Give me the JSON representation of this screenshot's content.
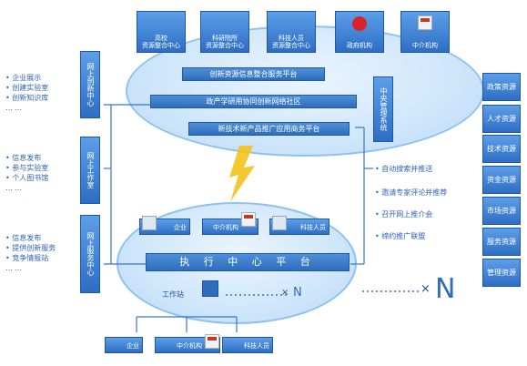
{
  "top_icons": [
    {
      "label": "高校\n资源整合中心",
      "icon": "building-icon"
    },
    {
      "label": "科研院所\n资源整合中心",
      "icon": "lab-icon"
    },
    {
      "label": "科技人员\n资源整合中心",
      "icon": "people-icon"
    },
    {
      "label": "政府机构",
      "icon": "emblem-icon"
    },
    {
      "label": "中介机构",
      "icon": "badge-icon"
    }
  ],
  "platforms": {
    "innovation": "创新资源信息整合服务平台",
    "community": "政产学研用协同创新网络社区",
    "product": "新技术新产品推广应用商务平台",
    "management": "中央管理系统",
    "execution": "执 行 中 心 平 台"
  },
  "left_sections": [
    {
      "title": "网上创新中心",
      "items": [
        "企业展示",
        "创建实验室",
        "创新知识库"
      ]
    },
    {
      "title": "网上工作室",
      "items": [
        "信息发布",
        "参与实验室",
        "个人图书馆"
      ]
    },
    {
      "title": "网上服务中心",
      "items": [
        "信息发布",
        "提供创新服务",
        "竞争情报站"
      ]
    }
  ],
  "ellipsis": "……",
  "services": [
    "自动搜索并推送",
    "邀请专家评论并推荐",
    "召开网上推介会",
    "缔约推广联盟"
  ],
  "right_resources": [
    "政策资源",
    "人才资源",
    "技术资源",
    "资金资源",
    "市场资源",
    "服务资源",
    "管理资源"
  ],
  "exec_nodes": [
    "企业",
    "中介机构",
    "科技人员"
  ],
  "workstation": "工作站",
  "n_small": "N",
  "n_large": "N",
  "x_mark": "×",
  "bottom_nodes": [
    "企业",
    "中介机构",
    "科技人员"
  ]
}
